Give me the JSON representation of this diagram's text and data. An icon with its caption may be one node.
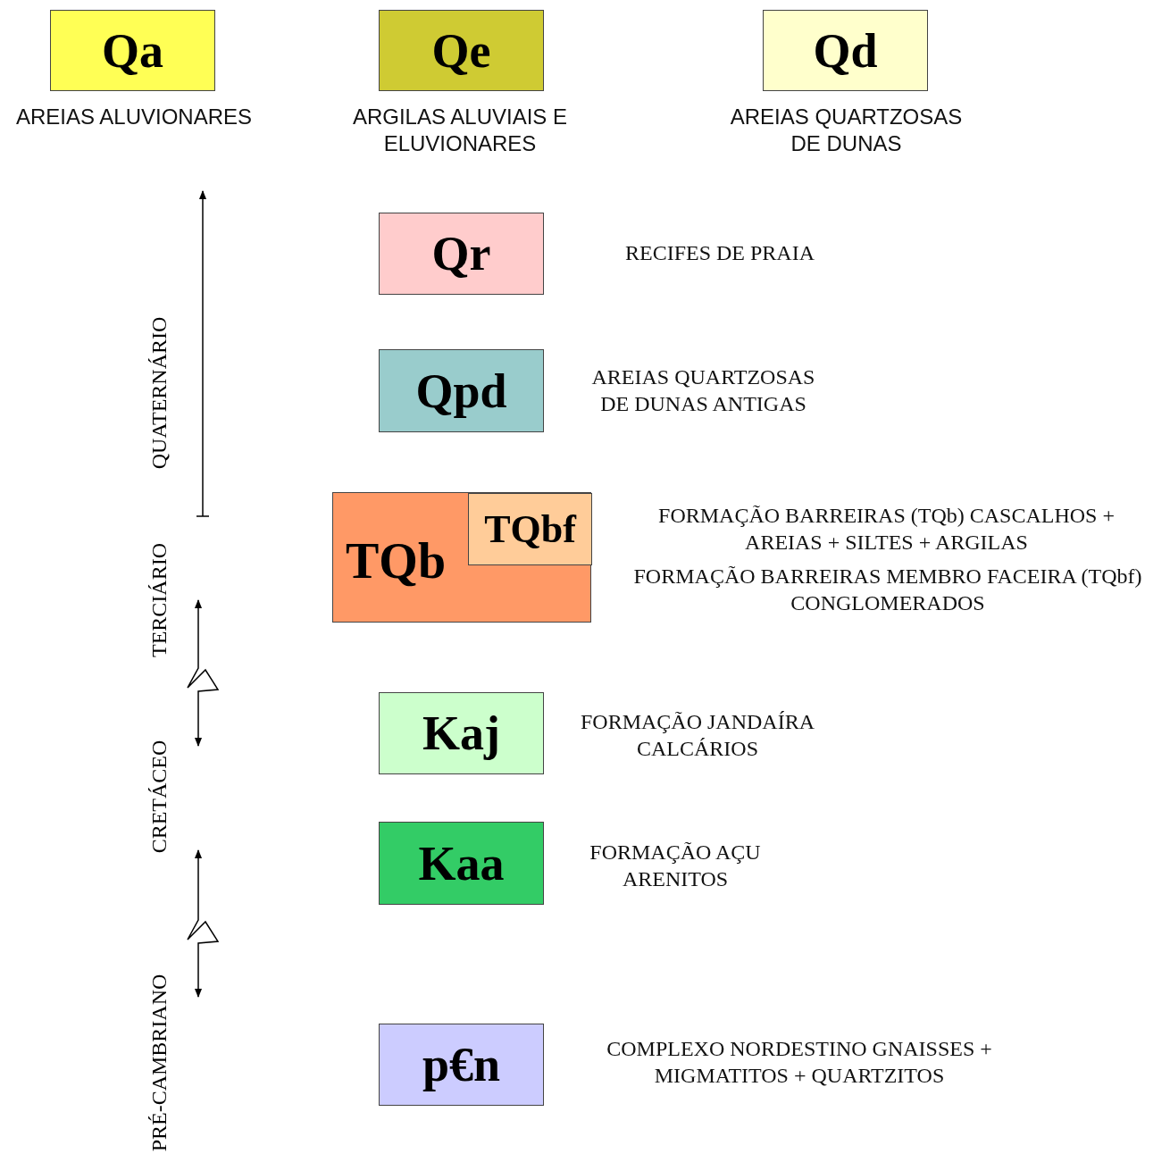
{
  "diagram": {
    "nodes": [
      {
        "text": [
          "Qa"
        ],
        "beside": [
          "AREIAS ALUVIONARES"
        ]
      },
      {
        "text": [
          "Qe"
        ],
        "beside": [
          "ARGILAS ALUVIAIS E ELUVIONARES"
        ]
      },
      {
        "text": [
          "Qd"
        ],
        "beside": [
          "AREIAS QUARTZOSAS DE DUNAS"
        ]
      },
      {
        "text": [
          "Qr"
        ],
        "beside": [
          "RECIFES DE PRAIA"
        ]
      },
      {
        "text": [
          "Qpd"
        ],
        "beside": [
          "AREIAS QUARTZOSAS DE DUNAS ANTIGAS"
        ]
      },
      {
        "text": [
          "TQb"
        ],
        "beside": [
          "FORMAÇÃO BARREIRAS (TQb) CASCALHOS + AREIAS + SILTES + ARGILAS"
        ]
      },
      {
        "text": [
          "TQbf"
        ],
        "in": 5,
        "beside": [
          "FORMAÇÃO BARREIRAS MEMBRO FACEIRA  (TQbf) CONGLOMERADOS"
        ]
      },
      {
        "text": [
          "Kaj"
        ],
        "beside": [
          "FORMAÇÃO JANDAÍRA CALCÁRIOS"
        ]
      },
      {
        "text": [
          "Kaa"
        ],
        "beside": [
          "FORMAÇÃO AÇU ARENITOS"
        ]
      },
      {
        "text": [
          "p€n"
        ],
        "beside": [
          "COMPLEXO NORDESTINO GNAISSES + MIGMATITOS + QUARTZITOS"
        ]
      }
    ],
    "edges": [],
    "labels": [
      "QUATERNÁRIO",
      "TERCIÁRIO",
      "CRETÁCEO",
      "PRÉ-CAMBRIANO"
    ]
  }
}
